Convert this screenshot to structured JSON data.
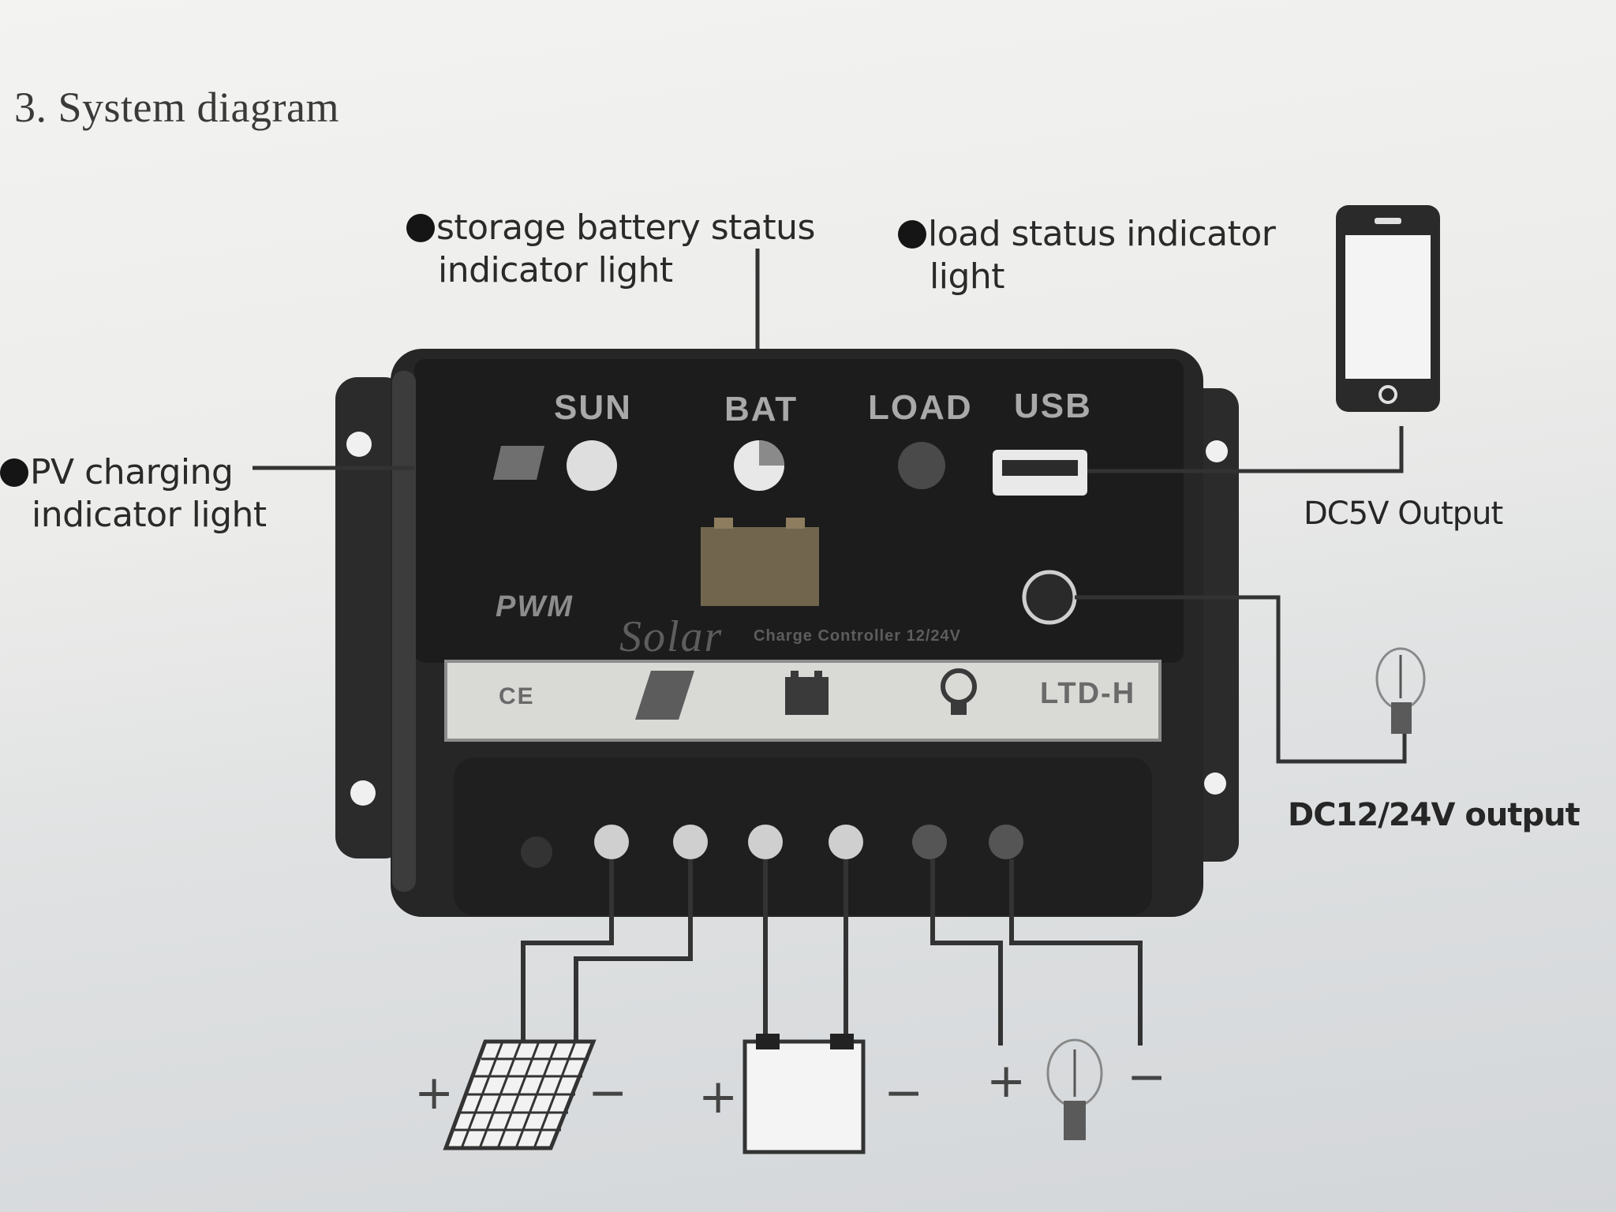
{
  "title": "3. System diagram",
  "callouts": {
    "battery_status": {
      "line1": "storage battery status",
      "line2": "indicator light"
    },
    "load_status": {
      "line1": "load status indicator",
      "line2": "light"
    },
    "pv_charging": {
      "line1": "PV charging",
      "line2": "indicator light"
    }
  },
  "outputs": {
    "usb_output": "DC5V Output",
    "load_output": "DC12/24V output"
  },
  "controller": {
    "labels": {
      "sun": "SUN",
      "bat": "BAT",
      "load": "LOAD",
      "usb": "USB"
    },
    "mode": "PWM",
    "brand": "Solar",
    "subtitle": "Charge Controller 12/24V",
    "ce_mark": "CE",
    "model": "LTD-H"
  },
  "polarity": {
    "solar_plus": "+",
    "solar_minus": "−",
    "battery_plus": "+",
    "battery_minus": "−",
    "load_plus": "+",
    "load_minus": "−"
  },
  "icons": [
    "solar-panel-icon",
    "battery-icon",
    "bulb-icon",
    "phone-icon"
  ]
}
